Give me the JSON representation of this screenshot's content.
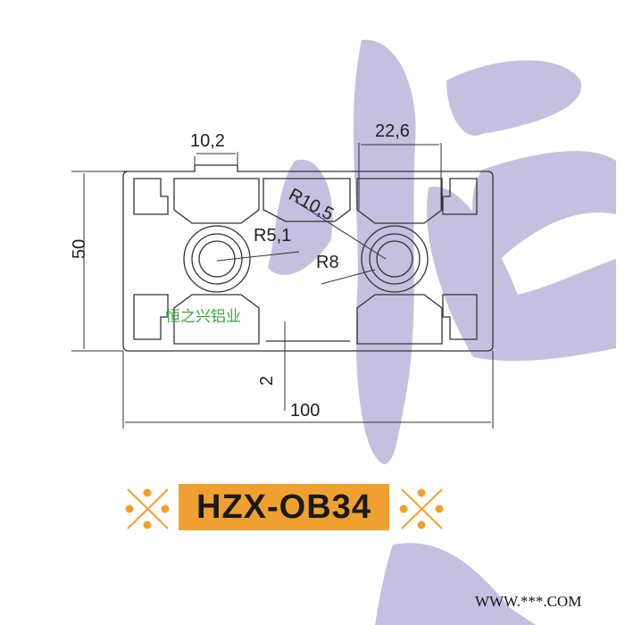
{
  "drawing": {
    "dimensions": {
      "slot_width": "10,2",
      "slot_opening": "22,6",
      "height": "50",
      "width": "100",
      "wall_thickness": "2",
      "radius_outer": "R10,5",
      "radius_left_core": "R5,1",
      "radius_right_core": "R8"
    },
    "brand_text": "恒之兴铝业",
    "model_label": "HZX-OB34",
    "footer_url": "WWW.***.COM",
    "colors": {
      "watermark": "#c5bfe0",
      "model_badge": "#f0a030",
      "ornament": "#f0a030",
      "brand_text": "#3aa83a",
      "line": "#333333"
    }
  }
}
